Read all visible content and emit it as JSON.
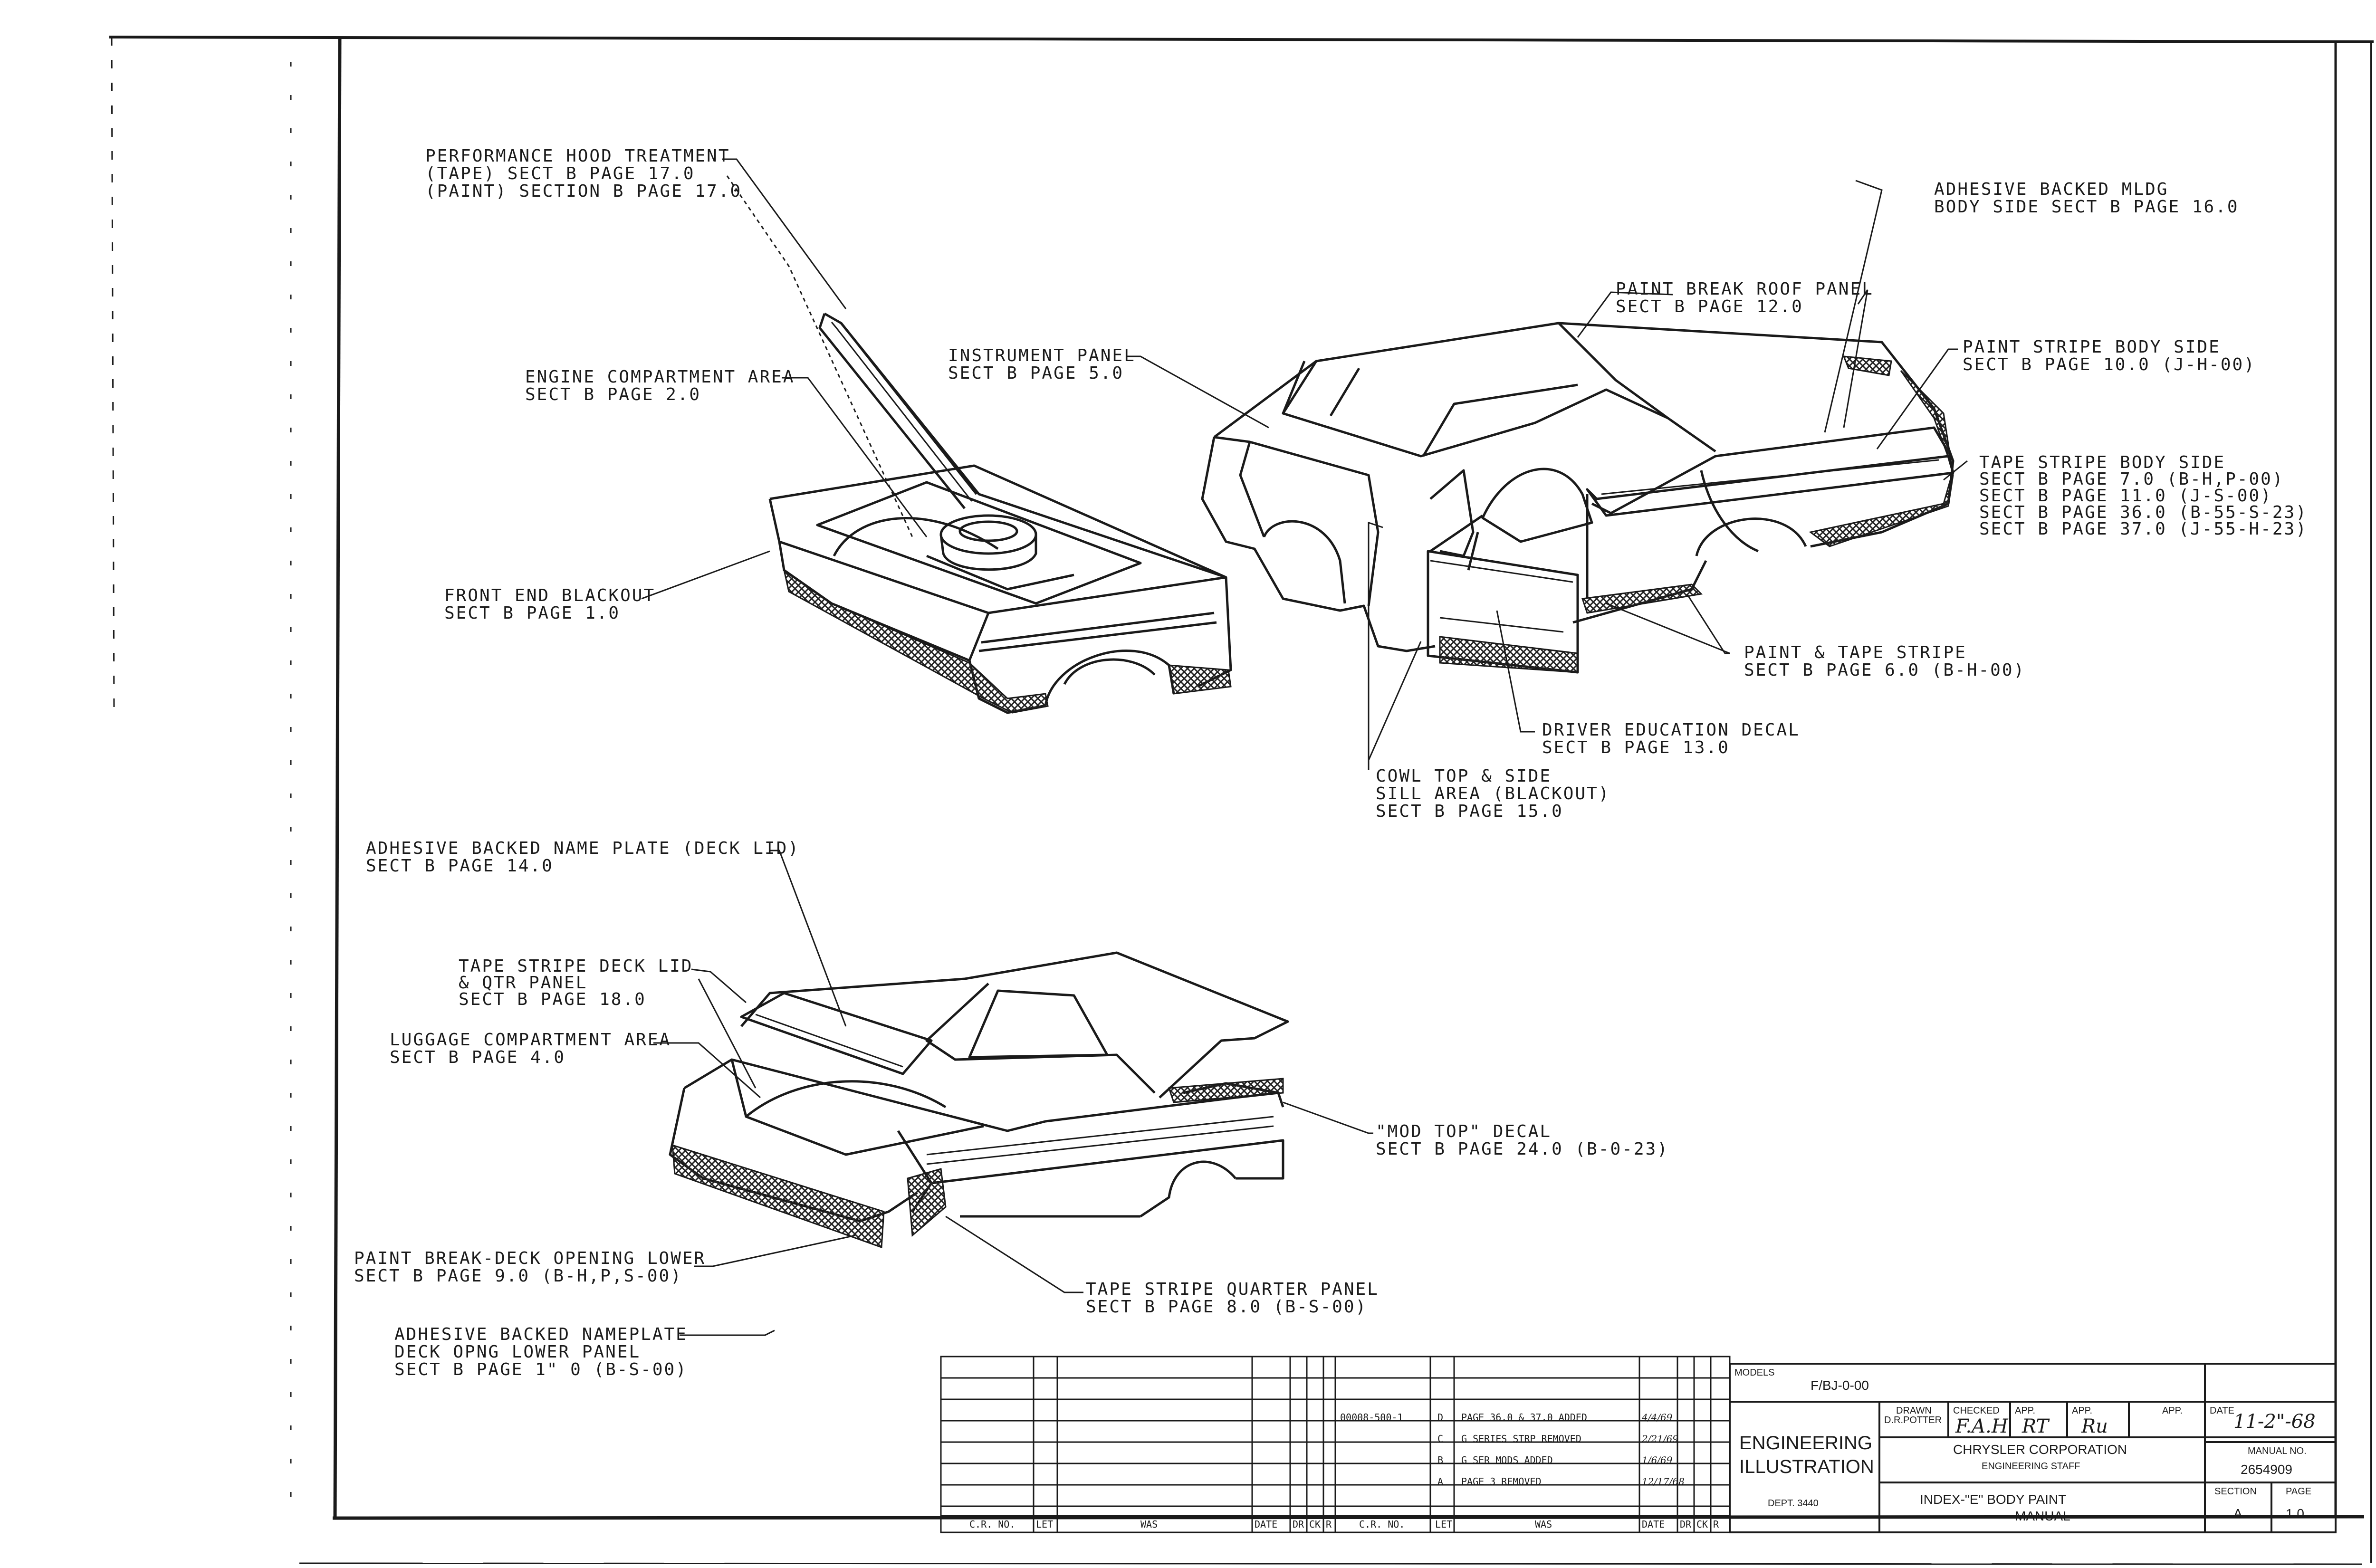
{
  "callouts": {
    "hood": [
      "PERFORMANCE HOOD TREATMENT",
      "(TAPE) SECT B PAGE 17.0",
      "(PAINT) SECTION B PAGE 17.0"
    ],
    "engine": [
      "ENGINE COMPARTMENT AREA",
      "SECT B PAGE 2.0"
    ],
    "front_end": [
      "FRONT END BLACKOUT",
      "SECT B PAGE 1.0"
    ],
    "instrument": [
      "INSTRUMENT PANEL",
      "SECT B PAGE 5.0"
    ],
    "roof": [
      "PAINT BREAK ROOF PANEL",
      "SECT B PAGE 12.0"
    ],
    "mldg": [
      "ADHESIVE BACKED MLDG",
      "BODY SIDE SECT B PAGE 16.0"
    ],
    "stripe_body": [
      "PAINT STRIPE BODY SIDE",
      "SECT B PAGE 10.0 (J-H-00)"
    ],
    "tape_body": [
      "TAPE STRIPE BODY SIDE",
      "SECT B PAGE  7.0 (B-H,P-00)",
      "SECT B PAGE 11.0  (J-S-00)",
      "SECT B PAGE 36.0 (B-55-S-23)",
      "SECT B PAGE 37.0 (J-55-H-23)"
    ],
    "paint_tape": [
      "PAINT & TAPE STRIPE",
      "SECT B PAGE 6.0 (B-H-00)"
    ],
    "driver_ed": [
      "DRIVER EDUCATION DECAL",
      "SECT B PAGE 13.0"
    ],
    "cowl": [
      "COWL TOP & SIDE",
      "SILL AREA (BLACKOUT)",
      "SECT B PAGE 15.0"
    ],
    "name_plate": [
      "ADHESIVE BACKED NAME PLATE (DECK LID)",
      "SECT B PAGE 14.0"
    ],
    "deck_lid": [
      "TAPE STRIPE DECK LID",
      "& QTR PANEL",
      "SECT B PAGE 18.0"
    ],
    "luggage": [
      "LUGGAGE COMPARTMENT AREA",
      "SECT B PAGE 4.0"
    ],
    "mod_top": [
      "\"MOD TOP\" DECAL",
      "SECT B PAGE 24.0 (B-0-23)"
    ],
    "deck_opening": [
      "PAINT BREAK-DECK OPENING LOWER",
      "SECT B PAGE 9.0 (B-H,P,S-00)"
    ],
    "quarter": [
      "TAPE STRIPE QUARTER PANEL",
      "SECT B PAGE 8.0 (B-S-00)"
    ],
    "nameplate_lower": [
      "ADHESIVE BACKED NAMEPLATE",
      "DECK OPNG LOWER PANEL",
      "SECT B PAGE 1\" 0 (B-S-00)"
    ]
  },
  "title_block": {
    "models_label": "MODELS",
    "models_value": "F/BJ-0-00",
    "dept_name": [
      "ENGINEERING",
      "ILLUSTRATION"
    ],
    "dept_no": "DEPT. 3440",
    "drawn_label": "DRAWN",
    "drawn_by": "D.R.POTTER",
    "checked_label": "CHECKED",
    "checked_by": "F.A.H",
    "app_label": "APP.",
    "app1": "RT",
    "app2": "Ru",
    "date_label": "DATE",
    "date": "11-2\"-68",
    "company": "CHRYSLER CORPORATION",
    "staff": "ENGINEERING STAFF",
    "manual_no_label": "MANUAL NO.",
    "manual_no": "2654909",
    "title": [
      "INDEX-\"E\" BODY PAINT",
      "MANUAL"
    ],
    "section_label": "SECTION",
    "section": "A",
    "page_label": "PAGE",
    "page": "1.0"
  },
  "revisions": {
    "columns": [
      "C.R. NO.",
      "LET",
      "WAS",
      "DATE",
      "DR",
      "CK",
      "R",
      "C.R. NO.",
      "LET",
      "WAS",
      "DATE",
      "DR",
      "CK",
      "R"
    ],
    "rows": [
      {
        "cr": "00008-500-1",
        "let": "D",
        "was": "PAGE 36.0 & 37.0 ADDED",
        "date": "4/4/69"
      },
      {
        "cr": "",
        "let": "C",
        "was": "G SERIES STRP REMOVED",
        "date": "2/21/69"
      },
      {
        "cr": "",
        "let": "B",
        "was": "G SER MODS ADDED",
        "date": "1/6/69"
      },
      {
        "cr": "",
        "let": "A",
        "was": "PAGE 3 REMOVED",
        "date": "12/17/68"
      }
    ]
  }
}
